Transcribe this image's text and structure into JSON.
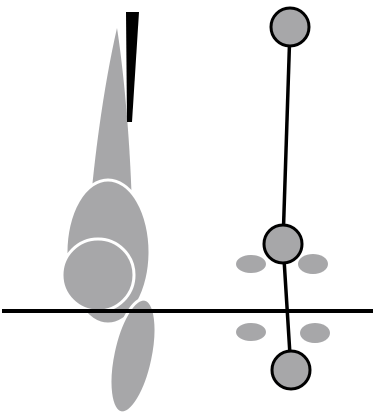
{
  "diagram": {
    "colors": {
      "background": "#ffffff",
      "figure_fill": "#a7a7a9",
      "figure_outline": "#ffffff",
      "line": "#000000",
      "pointer_wedge": "#000000"
    },
    "elements": {
      "ground_line": "horizontal-line",
      "side_view_figure": "gray-silhouette",
      "pointer": "black-wedge",
      "joint_markers": [
        "circle",
        "circle",
        "circle"
      ],
      "linkage": [
        "segment",
        "segment"
      ],
      "footprint_shadows": [
        "shadow-upper-left",
        "shadow-upper-right",
        "shadow-lower-left",
        "shadow-lower-right"
      ]
    }
  }
}
